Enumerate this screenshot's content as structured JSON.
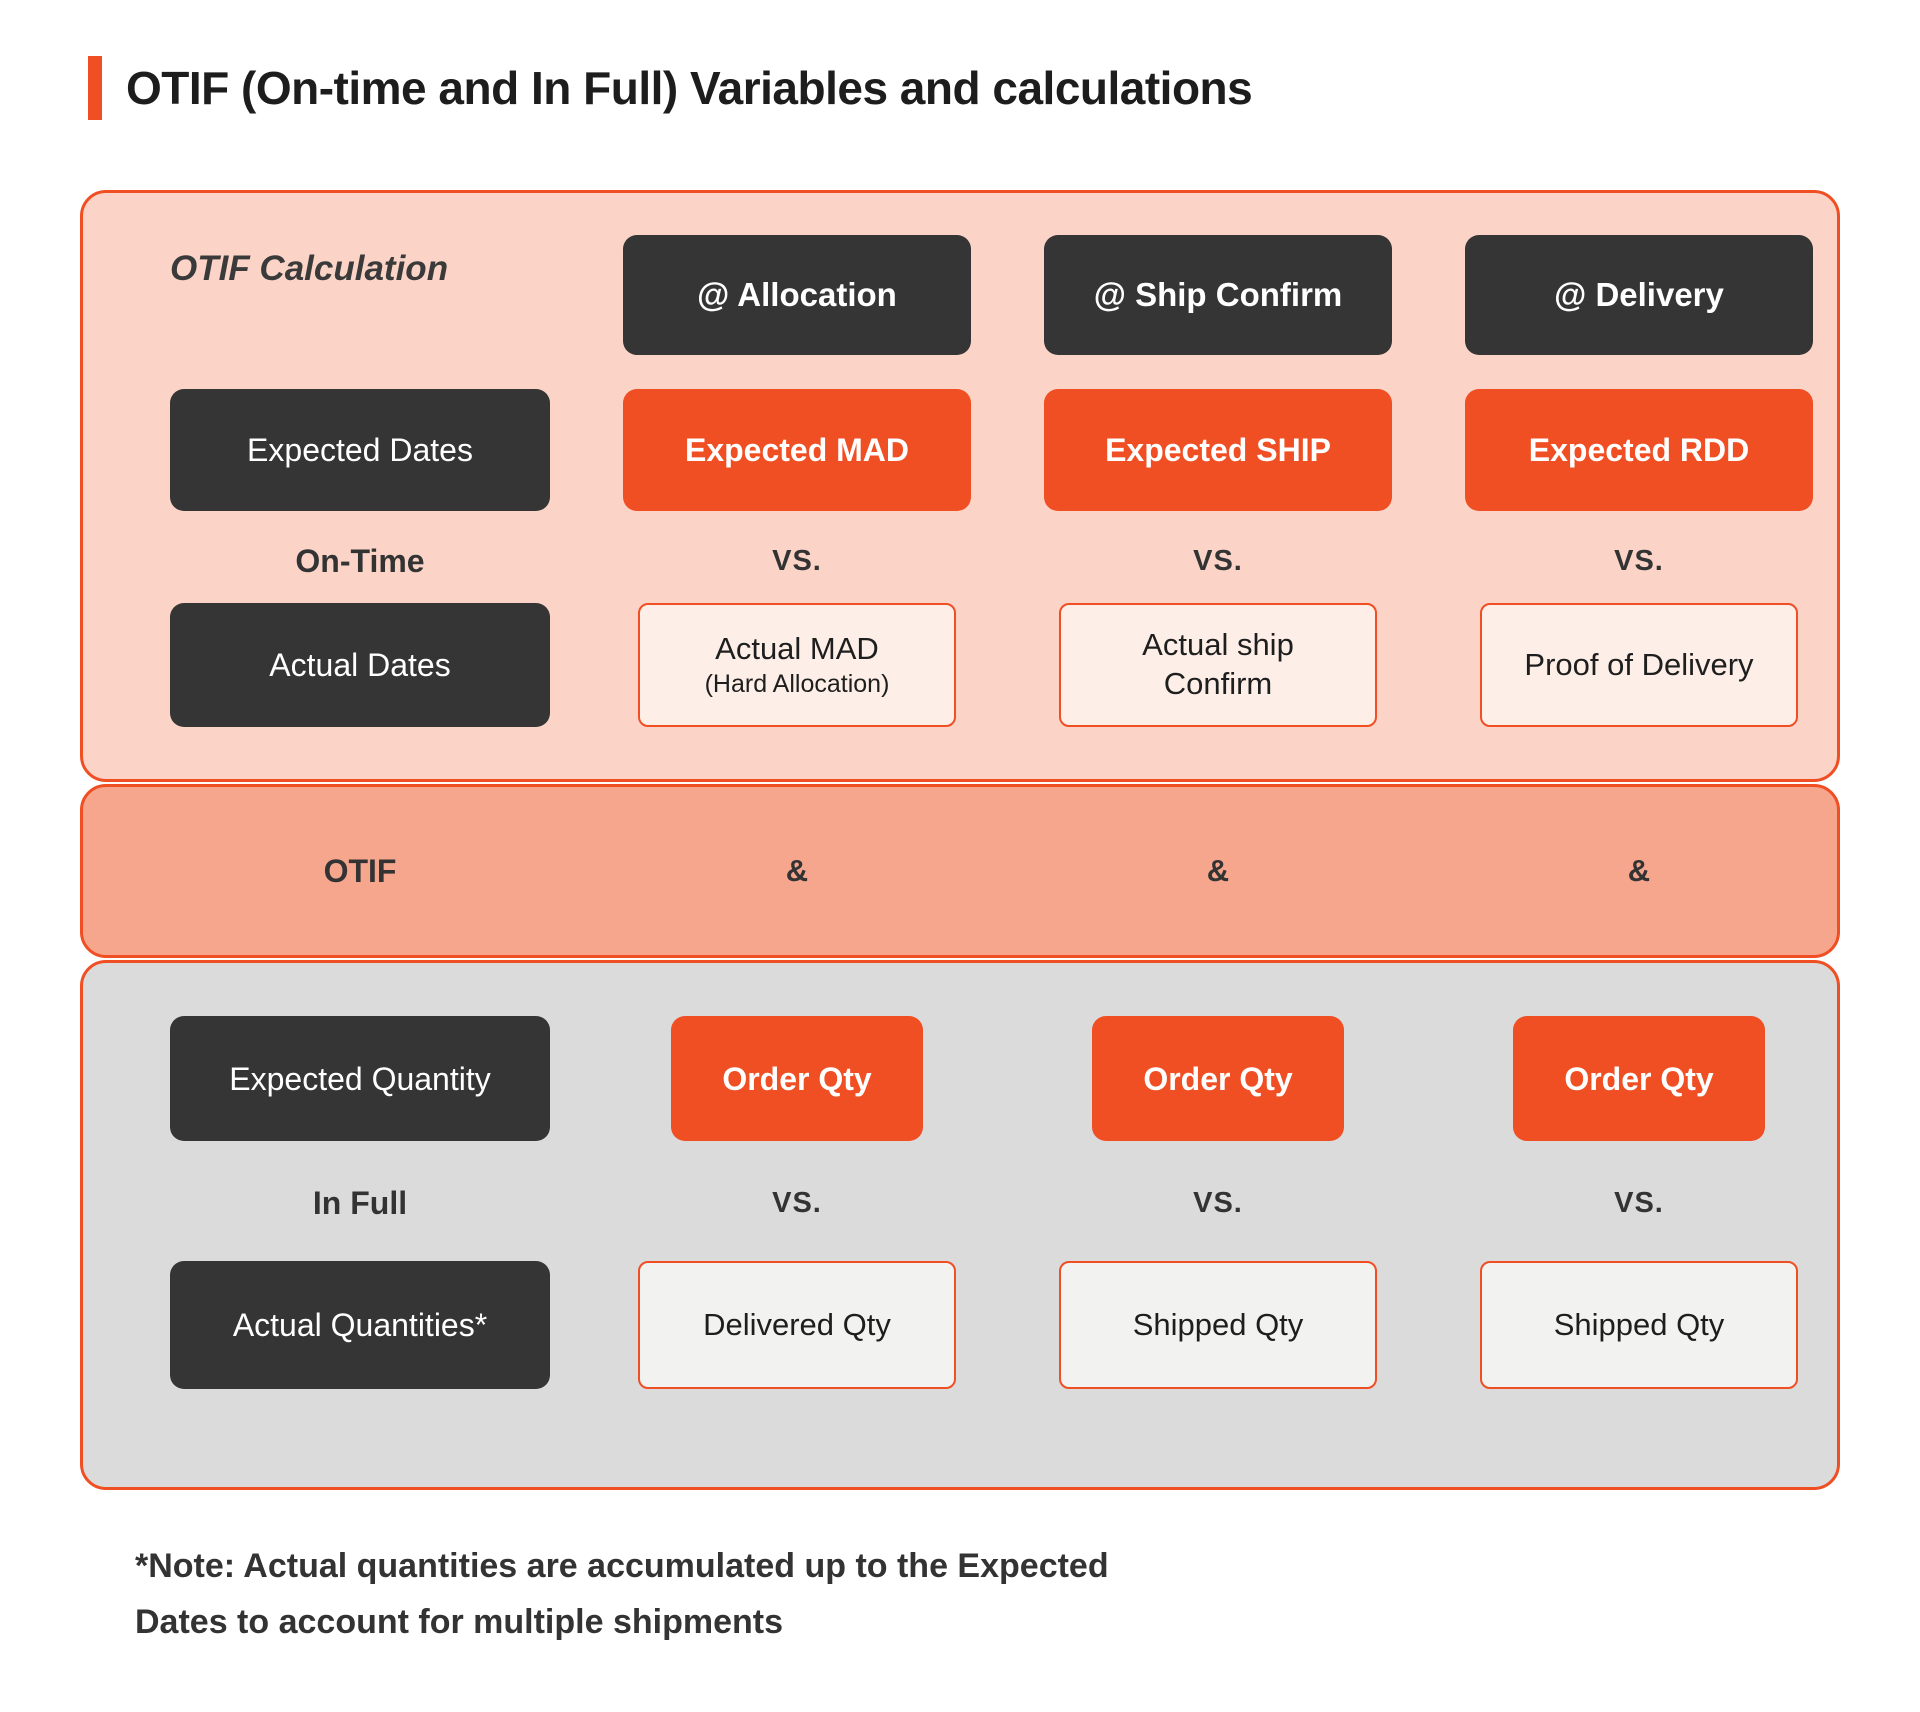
{
  "page": {
    "title": "OTIF (On-time and In Full) Variables and calculations",
    "footnote_line1": "*Note: Actual quantities are accumulated up to the Expected",
    "footnote_line2": "Dates to account for multiple shipments"
  },
  "colors": {
    "accent_orange": "#F04E23",
    "panel_pink": "#FBD4C7",
    "panel_salmon": "#F7A68E",
    "panel_gray": "#DBDBDB",
    "box_dark": "#353535",
    "box_light_pink": "#FDEFE8",
    "box_light_gray": "#F2F2F0",
    "text_dark": "#333333"
  },
  "diagram": {
    "section_label": "OTIF Calculation",
    "columns": [
      "@ Allocation",
      "@ Ship Confirm",
      "@ Delivery"
    ],
    "on_time": {
      "row_label": "On-Time",
      "comparator": "VS.",
      "expected_label": "Expected Dates",
      "expected_values": [
        "Expected MAD",
        "Expected SHIP",
        "Expected RDD"
      ],
      "actual_label": "Actual Dates",
      "actual_values": [
        {
          "title": "Actual MAD",
          "subtitle": "(Hard Allocation)"
        },
        {
          "title": "Actual ship Confirm"
        },
        {
          "title": "Proof of Delivery"
        }
      ]
    },
    "otif_band": {
      "label": "OTIF",
      "operator": "&"
    },
    "in_full": {
      "row_label": "In Full",
      "comparator": "VS.",
      "expected_label": "Expected Quantity",
      "expected_values": [
        "Order Qty",
        "Order Qty",
        "Order Qty"
      ],
      "actual_label": "Actual Quantities*",
      "actual_values": [
        "Delivered Qty",
        "Shipped Qty",
        "Shipped Qty"
      ]
    }
  }
}
